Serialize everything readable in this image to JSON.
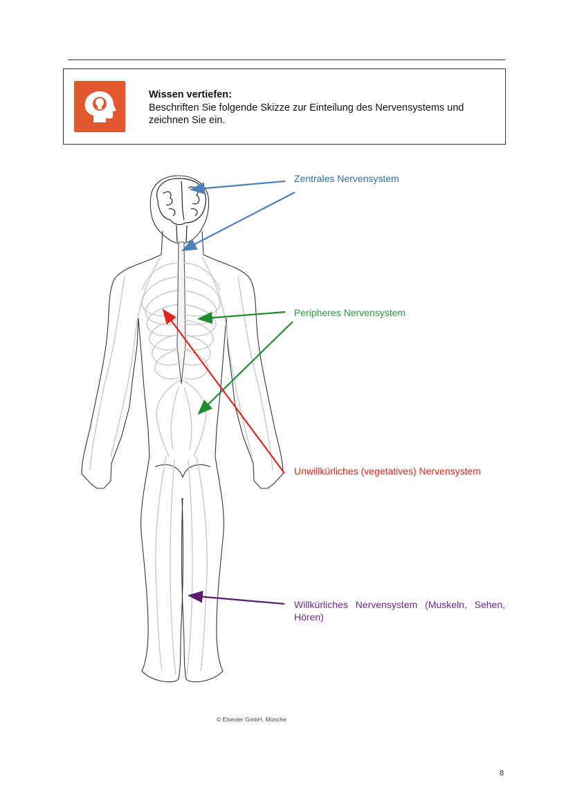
{
  "task": {
    "icon": "head-lightbulb-icon",
    "title": "Wissen vertiefen:",
    "text": "Beschriften Sie folgende Skizze zur Einteilung des Nervensystems und zeichnen Sie ein."
  },
  "labels": {
    "zns": "Zentrales Nervensystem",
    "pns": "Peripheres Nervensystem",
    "vegetativ": "Unwillkürliches (vegetatives) Nervensystem",
    "willkuerlich": "Willkürliches Nervensystem (Muskeln, Sehen, Hören)"
  },
  "colors": {
    "accent_icon": "#e2582f",
    "zns": "#2f6fa5",
    "pns": "#2a9a3a",
    "vegetativ": "#e0251b",
    "willkuerlich": "#6a2a8a",
    "nerves": "#c8c8c8"
  },
  "figure": {
    "credit": "© Elsevier GmbH, Münche"
  },
  "page": {
    "number": "8"
  }
}
